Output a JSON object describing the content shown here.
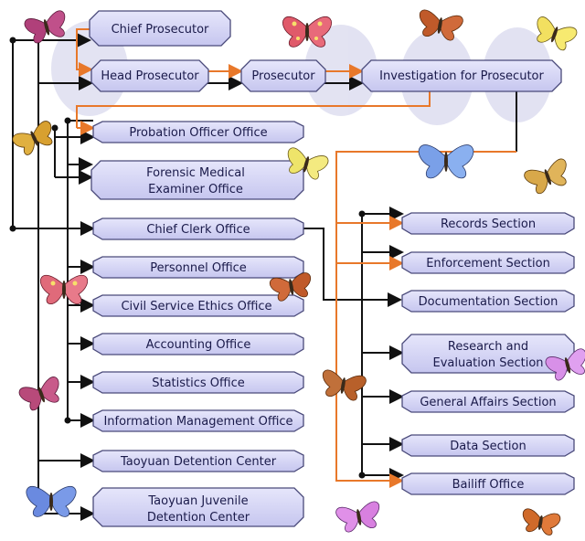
{
  "colors": {
    "box_fill": "#d6d6f7",
    "box_stroke": "#4a4a7a",
    "black_line": "#111111",
    "orange_line": "#e8782a",
    "halo": "#d9d9ee"
  },
  "nodes": {
    "chief_prosecutor": "Chief Prosecutor",
    "head_prosecutor": "Head Prosecutor",
    "prosecutor": "Prosecutor",
    "investigation": "Investigation for Prosecutor",
    "probation": "Probation Officer Office",
    "forensic": [
      "Forensic Medical",
      "Examiner Office"
    ],
    "chief_clerk": "Chief Clerk Office",
    "personnel": "Personnel Office",
    "ethics": "Civil Service Ethics Office",
    "accounting": "Accounting Office",
    "statistics": "Statistics Office",
    "info_mgmt": "Information Management Office",
    "detention": "Taoyuan Detention Center",
    "juvenile": [
      "Taoyuan Juvenile",
      "Detention Center"
    ],
    "records": "Records Section",
    "enforcement": "Enforcement Section",
    "documentation": "Documentation Section",
    "research": [
      "Research and",
      "Evaluation Section"
    ],
    "general_affairs": "General Affairs Section",
    "data": "Data Section",
    "bailiff": "Bailiff Office"
  },
  "decorations": [
    "butterfly-icon"
  ]
}
